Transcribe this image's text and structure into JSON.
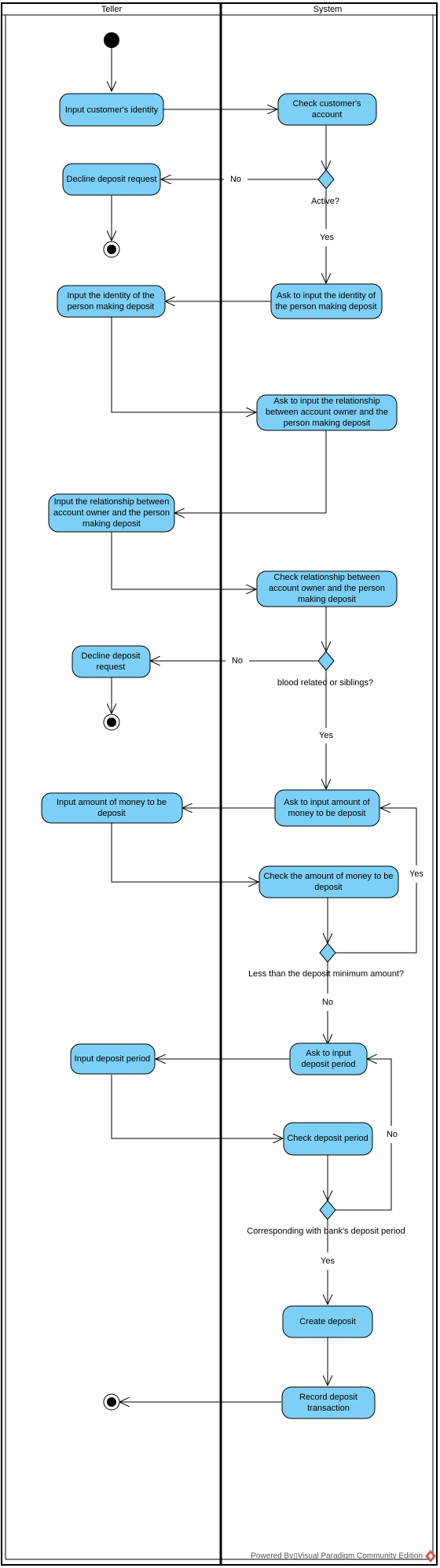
{
  "colors": {
    "action_fill": "#7dcff5",
    "decision_fill": "#7dcff5",
    "line": "#000000"
  },
  "lanes": [
    {
      "title": "Teller"
    },
    {
      "title": "System"
    }
  ],
  "actions": {
    "input_identity": [
      "Input customer's identity"
    ],
    "check_account": [
      "Check customer's",
      "account"
    ],
    "decline_1": [
      "Decline deposit request"
    ],
    "ask_identity": [
      "Ask to input the identity of",
      "the person making deposit"
    ],
    "input_person": [
      "Input the identity of the",
      "person making deposit"
    ],
    "ask_relationship": [
      "Ask to input the relationship",
      "between account owner and the",
      "person making deposit"
    ],
    "input_relationship": [
      "Input the relationship between",
      "account owner and the person",
      "making deposit"
    ],
    "check_relationship": [
      "Check relationship between",
      "account owner and the person",
      "making deposit"
    ],
    "decline_2": [
      "Decline deposit",
      "request"
    ],
    "ask_amount": [
      "Ask to input amount of",
      "money to be deposit"
    ],
    "input_amount": [
      "Input amount of money to be",
      "deposit"
    ],
    "check_amount": [
      "Check the amount of money to be",
      "deposit"
    ],
    "ask_period": [
      "Ask to input",
      "deposit period"
    ],
    "input_period": [
      "Input deposit period"
    ],
    "check_period": [
      "Check deposit period"
    ],
    "create_deposit": [
      "Create deposit"
    ],
    "record_transaction": [
      "Record deposit",
      "transaction"
    ]
  },
  "decisions": {
    "active": "Active?",
    "related": "blood related or siblings?",
    "minimum": "Less than the deposit minimum amount?",
    "period": "Corresponding with bank's deposit period"
  },
  "guards": {
    "active_no": "No",
    "active_yes": "Yes",
    "related_no": "No",
    "related_yes": "Yes",
    "minimum_yes": "Yes",
    "minimum_no": "No",
    "period_no": "No",
    "period_yes": "Yes"
  },
  "footer": "Powered By▯Visual Paradigm Community Edition"
}
